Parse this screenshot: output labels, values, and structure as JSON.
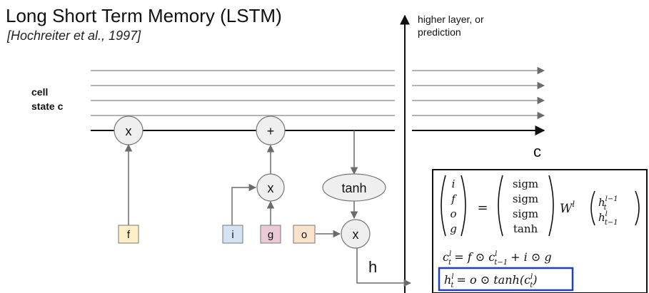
{
  "slide": {
    "title": "Long Short Term Memory (LSTM)",
    "citation": "[Hochreiter et al., 1997]"
  },
  "labels": {
    "cell_state_line1": "cell",
    "cell_state_line2": "state c",
    "higher_layer_line1": "higher layer, or",
    "higher_layer_line2": "prediction",
    "c_output": "c",
    "h_output": "h"
  },
  "nodes": {
    "forget_mult": "x",
    "add": "+",
    "input_mult": "x",
    "output_mult": "x",
    "tanh": "tanh"
  },
  "gates": {
    "f": {
      "label": "f",
      "color": "#fdf0c6"
    },
    "i": {
      "label": "i",
      "color": "#d3e3ef"
    },
    "g": {
      "label": "g",
      "color": "#ebc9d6"
    },
    "o": {
      "label": "o",
      "color": "#fbe2cb"
    }
  },
  "equations": {
    "gates_lhs": [
      "i",
      "f",
      "o",
      "g"
    ],
    "gates_rhs": [
      "sigm",
      "sigm",
      "sigm",
      "tanh"
    ],
    "eq_sign": "=",
    "weight": "W",
    "weight_sup": "l",
    "vector_top": "h",
    "vector_top_sub": "t",
    "vector_top_sup": "l−1",
    "vector_bottom": "h",
    "vector_bottom_sub": "t−1",
    "vector_bottom_sup": "l",
    "cell_update": "c",
    "cell_update_rest": "= f ⊙ c",
    "cell_update_rest2": "+ i ⊙ g",
    "cell_sub": "t",
    "cell_sup": "l",
    "cell_prev_sub": "t−1",
    "hidden_update": "h",
    "hidden_rest": "= o ⊙ tanh(c",
    "hidden_close": ")",
    "highlight_color": "#1f3fbf"
  }
}
